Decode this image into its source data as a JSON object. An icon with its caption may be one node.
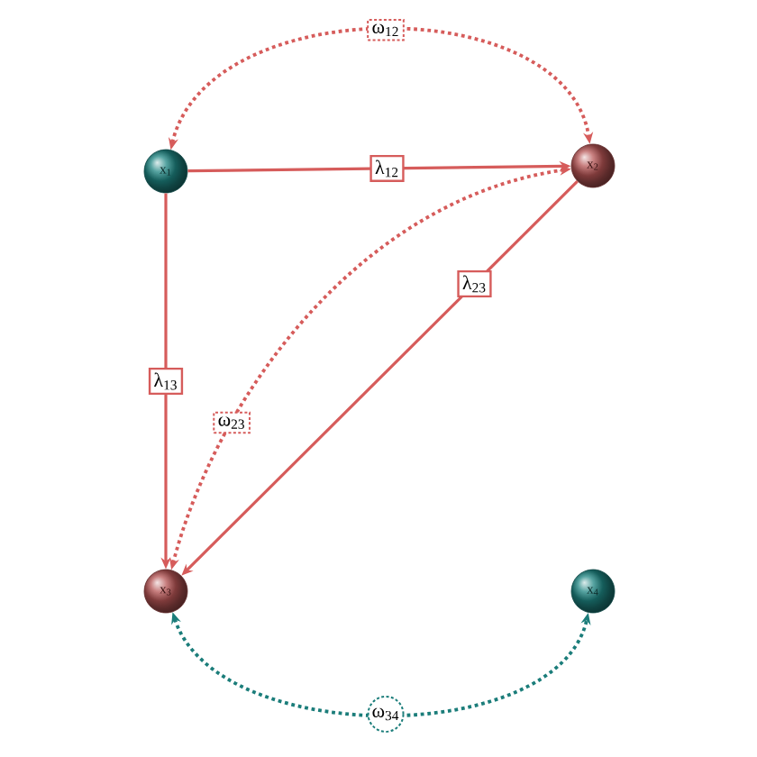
{
  "diagram": {
    "nodes": [
      {
        "text": [
          "x$_{1}$"
        ]
      },
      {
        "text": [
          "x$_{2}$"
        ]
      },
      {
        "text": [
          "x$_{3}$"
        ]
      },
      {
        "text": [
          "x$_{4}$"
        ]
      }
    ],
    "edges": [
      {
        "from": 0,
        "to": 1,
        "arrow": "to",
        "label": "λ$_{12}$"
      },
      {
        "from": 0,
        "to": 1,
        "arrow": "both",
        "label": "ω$_{12}$",
        "style": "dashed"
      },
      {
        "from": 0,
        "to": 2,
        "arrow": "to",
        "label": "λ$_{13}$"
      },
      {
        "from": 1,
        "to": 2,
        "arrow": "to",
        "label": "λ$_{23}$"
      },
      {
        "from": 1,
        "to": 2,
        "arrow": "both",
        "label": "ω$_{23}$",
        "style": "dashed"
      },
      {
        "from": 2,
        "to": 3,
        "arrow": "both",
        "label": "ω$_{34}$",
        "style": "dashed",
        "color": "#1b7d7a"
      }
    ]
  }
}
